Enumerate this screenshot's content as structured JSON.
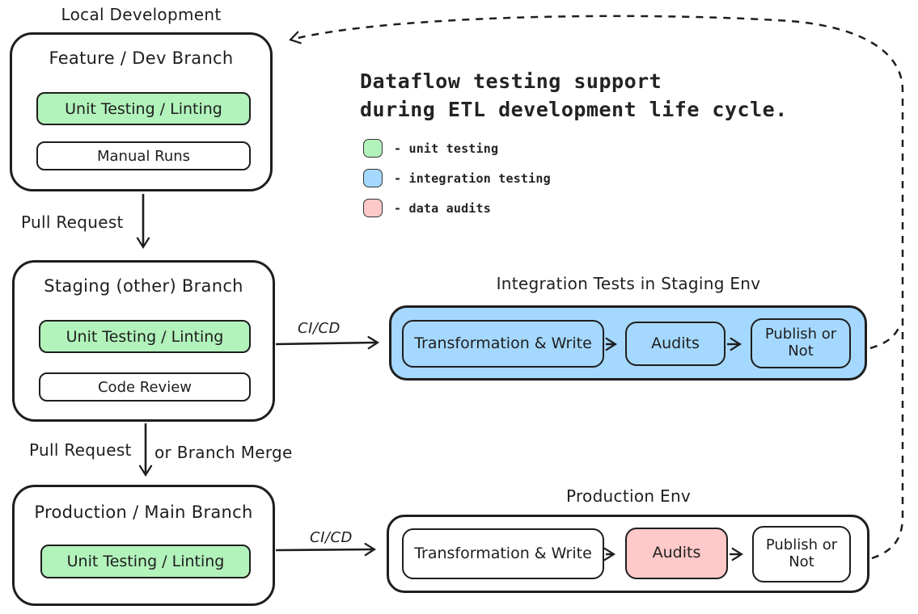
{
  "title": {
    "line1": "Dataflow testing support",
    "line2": "during ETL development life cycle."
  },
  "legend": [
    {
      "label": "- unit testing",
      "color": "#b2f2bb"
    },
    {
      "label": "- integration testing",
      "color": "#a5d8ff"
    },
    {
      "label": "- data audits",
      "color": "#ffc9c9"
    }
  ],
  "branches": {
    "local": {
      "caption": "Local Development",
      "title": "Feature / Dev Branch",
      "step1": "Unit Testing / Linting",
      "step2": "Manual Runs"
    },
    "staging": {
      "title": "Staging (other) Branch",
      "step1": "Unit Testing / Linting",
      "step2": "Code Review"
    },
    "production": {
      "title": "Production / Main Branch",
      "step1": "Unit Testing / Linting"
    }
  },
  "edges": {
    "pull_request_1": "Pull Request",
    "pull_request_2": "Pull Request",
    "branch_merge": "or Branch Merge",
    "cicd_1": "CI/CD",
    "cicd_2": "CI/CD"
  },
  "environments": {
    "staging": {
      "caption": "Integration Tests in Staging Env",
      "step1": "Transformation & Write",
      "step2": "Audits",
      "step3_line1": "Publish or",
      "step3_line2": "Not"
    },
    "production": {
      "caption": "Production Env",
      "step1": "Transformation & Write",
      "step2": "Audits",
      "step3_line1": "Publish or",
      "step3_line2": "Not"
    }
  },
  "colors": {
    "unit_testing": "#b2f2bb",
    "integration_testing": "#a5d8ff",
    "data_audits": "#ffc9c9",
    "stroke": "#1e1e1e"
  }
}
